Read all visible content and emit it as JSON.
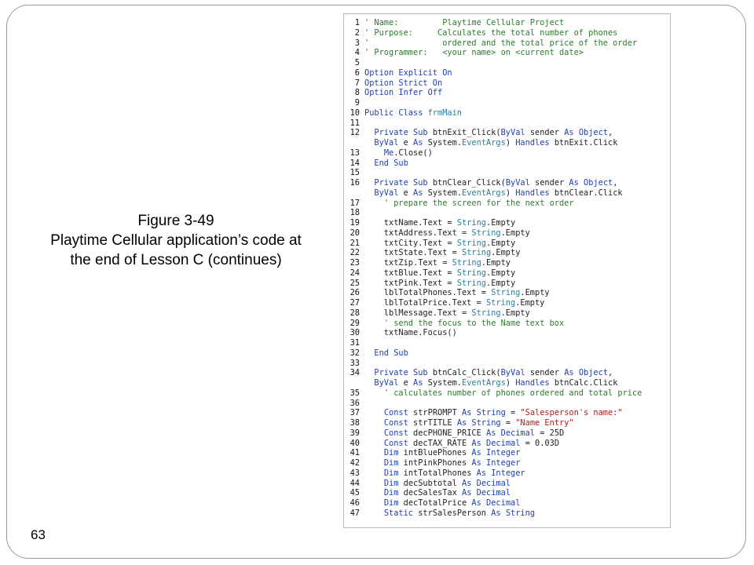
{
  "figure": {
    "caption": [
      "Figure 3-49",
      "Playtime Cellular application’s code at",
      "the end of Lesson C (continues)"
    ]
  },
  "page_number": "63",
  "code": [
    {
      "n": "1",
      "parts": [
        [
          "c",
          "' Name:         Playtime Cellular Project"
        ]
      ]
    },
    {
      "n": "2",
      "parts": [
        [
          "c",
          "' Purpose:     Calculates the total number of phones"
        ]
      ]
    },
    {
      "n": "3",
      "parts": [
        [
          "c",
          "'               ordered and the total price of the order"
        ]
      ]
    },
    {
      "n": "4",
      "parts": [
        [
          "c",
          "' Programmer:   <your name> on <current date>"
        ]
      ]
    },
    {
      "n": "5",
      "parts": []
    },
    {
      "n": "6",
      "parts": [
        [
          "k",
          "Option Explicit On"
        ]
      ]
    },
    {
      "n": "7",
      "parts": [
        [
          "k",
          "Option Strict On"
        ]
      ]
    },
    {
      "n": "8",
      "parts": [
        [
          "k",
          "Option Infer Off"
        ]
      ]
    },
    {
      "n": "9",
      "parts": []
    },
    {
      "n": "10",
      "parts": [
        [
          "k",
          "Public Class "
        ],
        [
          "t",
          "frmMain"
        ]
      ]
    },
    {
      "n": "11",
      "parts": []
    },
    {
      "n": "12",
      "parts": [
        [
          "p",
          "  "
        ],
        [
          "k",
          "Private Sub "
        ],
        [
          "p",
          "btnExit_Click("
        ],
        [
          "k",
          "ByVal "
        ],
        [
          "p",
          "sender "
        ],
        [
          "k",
          "As Object"
        ],
        [
          "p",
          ","
        ]
      ]
    },
    {
      "n": "",
      "parts": [
        [
          "p",
          "  "
        ],
        [
          "k",
          "ByVal "
        ],
        [
          "p",
          "e "
        ],
        [
          "k",
          "As "
        ],
        [
          "p",
          "System."
        ],
        [
          "t",
          "EventArgs"
        ],
        [
          "p",
          ") "
        ],
        [
          "k",
          "Handles "
        ],
        [
          "p",
          "btnExit.Click"
        ]
      ]
    },
    {
      "n": "13",
      "parts": [
        [
          "p",
          "    "
        ],
        [
          "k",
          "Me"
        ],
        [
          "p",
          ".Close()"
        ]
      ]
    },
    {
      "n": "14",
      "parts": [
        [
          "p",
          "  "
        ],
        [
          "k",
          "End Sub"
        ]
      ]
    },
    {
      "n": "15",
      "parts": []
    },
    {
      "n": "16",
      "parts": [
        [
          "p",
          "  "
        ],
        [
          "k",
          "Private Sub "
        ],
        [
          "p",
          "btnClear_Click("
        ],
        [
          "k",
          "ByVal "
        ],
        [
          "p",
          "sender "
        ],
        [
          "k",
          "As Object"
        ],
        [
          "p",
          ","
        ]
      ]
    },
    {
      "n": "",
      "parts": [
        [
          "p",
          "  "
        ],
        [
          "k",
          "ByVal "
        ],
        [
          "p",
          "e "
        ],
        [
          "k",
          "As "
        ],
        [
          "p",
          "System."
        ],
        [
          "t",
          "EventArgs"
        ],
        [
          "p",
          ") "
        ],
        [
          "k",
          "Handles "
        ],
        [
          "p",
          "btnClear.Click"
        ]
      ]
    },
    {
      "n": "17",
      "parts": [
        [
          "p",
          "    "
        ],
        [
          "c",
          "' prepare the screen for the next order"
        ]
      ]
    },
    {
      "n": "18",
      "parts": []
    },
    {
      "n": "19",
      "parts": [
        [
          "p",
          "    txtName.Text = "
        ],
        [
          "t",
          "String"
        ],
        [
          "p",
          ".Empty"
        ]
      ]
    },
    {
      "n": "20",
      "parts": [
        [
          "p",
          "    txtAddress.Text = "
        ],
        [
          "t",
          "String"
        ],
        [
          "p",
          ".Empty"
        ]
      ]
    },
    {
      "n": "21",
      "parts": [
        [
          "p",
          "    txtCity.Text = "
        ],
        [
          "t",
          "String"
        ],
        [
          "p",
          ".Empty"
        ]
      ]
    },
    {
      "n": "22",
      "parts": [
        [
          "p",
          "    txtState.Text = "
        ],
        [
          "t",
          "String"
        ],
        [
          "p",
          ".Empty"
        ]
      ]
    },
    {
      "n": "23",
      "parts": [
        [
          "p",
          "    txtZip.Text = "
        ],
        [
          "t",
          "String"
        ],
        [
          "p",
          ".Empty"
        ]
      ]
    },
    {
      "n": "24",
      "parts": [
        [
          "p",
          "    txtBlue.Text = "
        ],
        [
          "t",
          "String"
        ],
        [
          "p",
          ".Empty"
        ]
      ]
    },
    {
      "n": "25",
      "parts": [
        [
          "p",
          "    txtPink.Text = "
        ],
        [
          "t",
          "String"
        ],
        [
          "p",
          ".Empty"
        ]
      ]
    },
    {
      "n": "26",
      "parts": [
        [
          "p",
          "    lblTotalPhones.Text = "
        ],
        [
          "t",
          "String"
        ],
        [
          "p",
          ".Empty"
        ]
      ]
    },
    {
      "n": "27",
      "parts": [
        [
          "p",
          "    lblTotalPrice.Text = "
        ],
        [
          "t",
          "String"
        ],
        [
          "p",
          ".Empty"
        ]
      ]
    },
    {
      "n": "28",
      "parts": [
        [
          "p",
          "    lblMessage.Text = "
        ],
        [
          "t",
          "String"
        ],
        [
          "p",
          ".Empty"
        ]
      ]
    },
    {
      "n": "29",
      "parts": [
        [
          "p",
          "    "
        ],
        [
          "c",
          "' send the focus to the Name text box"
        ]
      ]
    },
    {
      "n": "30",
      "parts": [
        [
          "p",
          "    txtName.Focus()"
        ]
      ]
    },
    {
      "n": "31",
      "parts": []
    },
    {
      "n": "32",
      "parts": [
        [
          "p",
          "  "
        ],
        [
          "k",
          "End Sub"
        ]
      ]
    },
    {
      "n": "33",
      "parts": []
    },
    {
      "n": "34",
      "parts": [
        [
          "p",
          "  "
        ],
        [
          "k",
          "Private Sub "
        ],
        [
          "p",
          "btnCalc_Click("
        ],
        [
          "k",
          "ByVal "
        ],
        [
          "p",
          "sender "
        ],
        [
          "k",
          "As Object"
        ],
        [
          "p",
          ","
        ]
      ]
    },
    {
      "n": "",
      "parts": [
        [
          "p",
          "  "
        ],
        [
          "k",
          "ByVal "
        ],
        [
          "p",
          "e "
        ],
        [
          "k",
          "As "
        ],
        [
          "p",
          "System."
        ],
        [
          "t",
          "EventArgs"
        ],
        [
          "p",
          ") "
        ],
        [
          "k",
          "Handles "
        ],
        [
          "p",
          "btnCalc.Click"
        ]
      ]
    },
    {
      "n": "35",
      "parts": [
        [
          "p",
          "    "
        ],
        [
          "c",
          "' calculates number of phones ordered and total price"
        ]
      ]
    },
    {
      "n": "36",
      "parts": []
    },
    {
      "n": "37",
      "parts": [
        [
          "p",
          "    "
        ],
        [
          "k",
          "Const "
        ],
        [
          "p",
          "strPROMPT "
        ],
        [
          "k",
          "As String "
        ],
        [
          "p",
          "= "
        ],
        [
          "s",
          "\"Salesperson's name:\""
        ]
      ]
    },
    {
      "n": "38",
      "parts": [
        [
          "p",
          "    "
        ],
        [
          "k",
          "Const "
        ],
        [
          "p",
          "strTITLE "
        ],
        [
          "k",
          "As String "
        ],
        [
          "p",
          "= "
        ],
        [
          "s",
          "\"Name Entry\""
        ]
      ]
    },
    {
      "n": "39",
      "parts": [
        [
          "p",
          "    "
        ],
        [
          "k",
          "Const "
        ],
        [
          "p",
          "decPHONE_PRICE "
        ],
        [
          "k",
          "As Decimal "
        ],
        [
          "p",
          "= 25D"
        ]
      ]
    },
    {
      "n": "40",
      "parts": [
        [
          "p",
          "    "
        ],
        [
          "k",
          "Const "
        ],
        [
          "p",
          "decTAX_RATE "
        ],
        [
          "k",
          "As Decimal "
        ],
        [
          "p",
          "= 0.03D"
        ]
      ]
    },
    {
      "n": "41",
      "parts": [
        [
          "p",
          "    "
        ],
        [
          "k",
          "Dim "
        ],
        [
          "p",
          "intBluePhones "
        ],
        [
          "k",
          "As Integer"
        ]
      ]
    },
    {
      "n": "42",
      "parts": [
        [
          "p",
          "    "
        ],
        [
          "k",
          "Dim "
        ],
        [
          "p",
          "intPinkPhones "
        ],
        [
          "k",
          "As Integer"
        ]
      ]
    },
    {
      "n": "43",
      "parts": [
        [
          "p",
          "    "
        ],
        [
          "k",
          "Dim "
        ],
        [
          "p",
          "intTotalPhones "
        ],
        [
          "k",
          "As Integer"
        ]
      ]
    },
    {
      "n": "44",
      "parts": [
        [
          "p",
          "    "
        ],
        [
          "k",
          "Dim "
        ],
        [
          "p",
          "decSubtotal "
        ],
        [
          "k",
          "As Decimal"
        ]
      ]
    },
    {
      "n": "45",
      "parts": [
        [
          "p",
          "    "
        ],
        [
          "k",
          "Dim "
        ],
        [
          "p",
          "decSalesTax "
        ],
        [
          "k",
          "As Decimal"
        ]
      ]
    },
    {
      "n": "46",
      "parts": [
        [
          "p",
          "    "
        ],
        [
          "k",
          "Dim "
        ],
        [
          "p",
          "decTotalPrice "
        ],
        [
          "k",
          "As Decimal"
        ]
      ]
    },
    {
      "n": "47",
      "parts": [
        [
          "p",
          "    "
        ],
        [
          "k",
          "Static "
        ],
        [
          "p",
          "strSalesPerson "
        ],
        [
          "k",
          "As String"
        ]
      ]
    }
  ]
}
